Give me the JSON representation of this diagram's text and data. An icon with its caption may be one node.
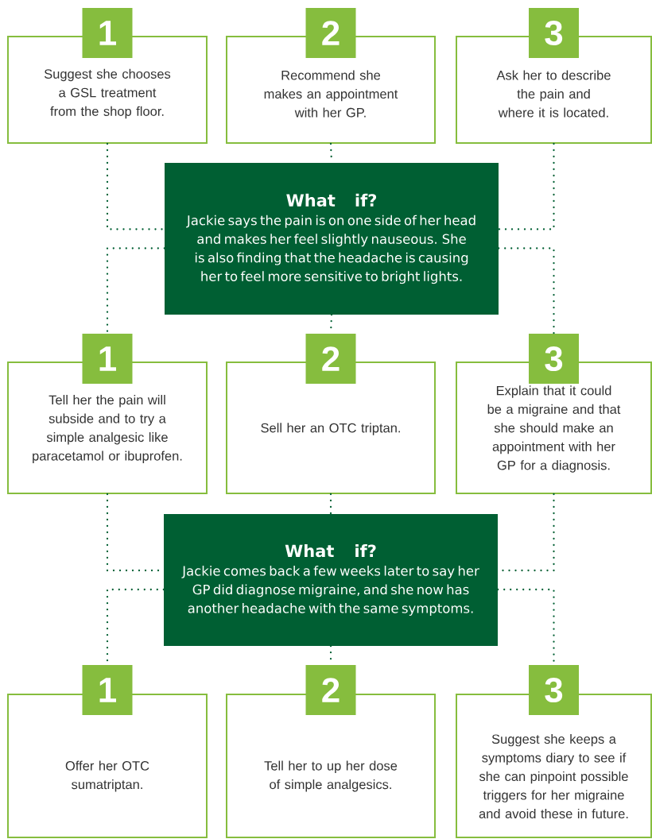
{
  "diagram": {
    "nodes": [
      {
        "text": [
          "1",
          "Suggest she chooses a GSL treatment from the shop floor."
        ]
      },
      {
        "text": [
          "2",
          "Recommend she makes an appointment with her GP."
        ]
      },
      {
        "text": [
          "3",
          "Ask her to describe the pain and where it is located."
        ]
      },
      {
        "text": [
          "What if?",
          "Jackie says the pain is on one side of her head and makes her feel slightly nauseous. She is also finding that the headache is causing her to feel more sensitive to bright lights."
        ]
      },
      {
        "text": [
          "1",
          "Tell her the pain will subside and to try a simple analgesic like paracetamol or ibuprofen."
        ]
      },
      {
        "text": [
          "2",
          "Sell her an OTC triptan."
        ]
      },
      {
        "text": [
          "3",
          "Explain that it could be a migraine and that she should make an appointment with her GP for a diagnosis."
        ]
      },
      {
        "text": [
          "What if?",
          "Jackie comes back a few weeks later to say her GP did diagnose migraine, and she now has another headache with the same symptoms."
        ]
      },
      {
        "text": [
          "1",
          "Offer her OTC sumatriptan."
        ]
      },
      {
        "text": [
          "2",
          "Tell her to up her dose of simple analgesics."
        ]
      },
      {
        "text": [
          "3",
          "Suggest she keeps a symptoms diary to see if she can pinpoint possible triggers for her migraine and avoid these in future."
        ]
      }
    ],
    "edges": [
      {
        "from": 0,
        "to": 3,
        "arrow": "none"
      },
      {
        "from": 1,
        "to": 3,
        "arrow": "none"
      },
      {
        "from": 2,
        "to": 3,
        "arrow": "none"
      },
      {
        "from": 3,
        "to": 4,
        "arrow": "none"
      },
      {
        "from": 3,
        "to": 5,
        "arrow": "none"
      },
      {
        "from": 3,
        "to": 6,
        "arrow": "none"
      },
      {
        "from": 4,
        "to": 7,
        "arrow": "none"
      },
      {
        "from": 5,
        "to": 7,
        "arrow": "none"
      },
      {
        "from": 6,
        "to": 7,
        "arrow": "none"
      },
      {
        "from": 7,
        "to": 8,
        "arrow": "none"
      },
      {
        "from": 7,
        "to": 9,
        "arrow": "none"
      },
      {
        "from": 7,
        "to": 10,
        "arrow": "none"
      }
    ]
  }
}
